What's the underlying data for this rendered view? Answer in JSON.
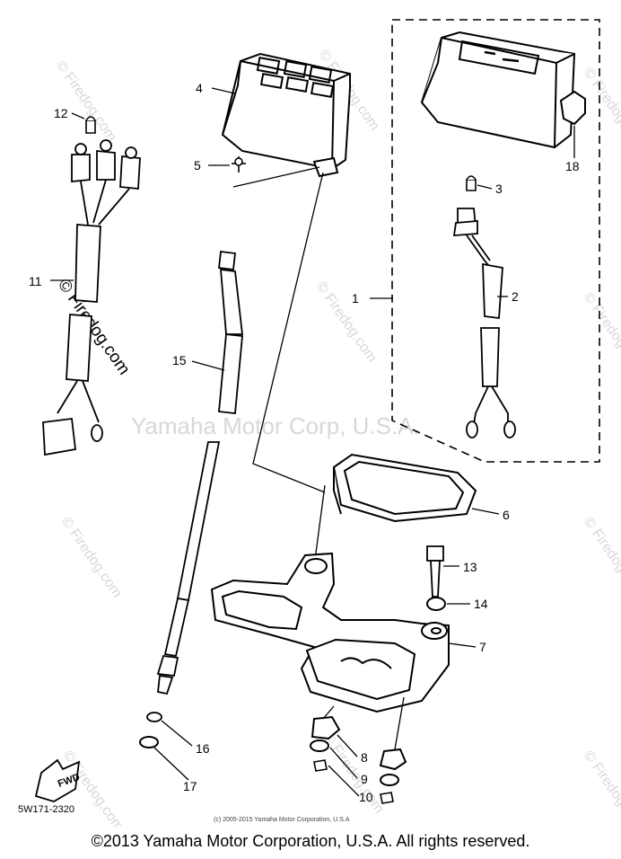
{
  "diagram": {
    "watermark_brand": "© Firedog.com",
    "watermark_center": "Yamaha Motor Corp, U.S.A.",
    "figure_code": "5W171-2320",
    "small_copyright": "(c) 2005-2015 Yamaha Motor Corporation, U.S.A",
    "fwd_label": "FWD",
    "callouts": [
      "1",
      "2",
      "3",
      "4",
      "5",
      "6",
      "7",
      "8",
      "9",
      "10",
      "11",
      "12",
      "13",
      "14",
      "15",
      "16",
      "17",
      "18"
    ]
  },
  "footer": {
    "copyright": "©2013 Yamaha Motor Corporation, U.S.A. All rights reserved."
  }
}
